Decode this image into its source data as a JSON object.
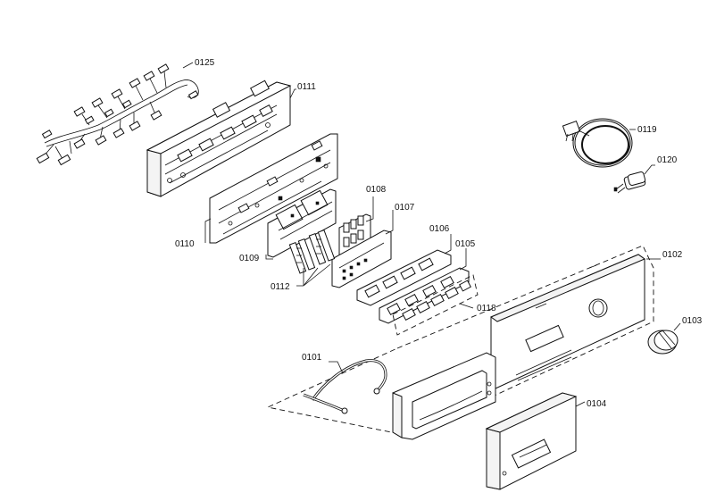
{
  "callouts": {
    "p0101": "0101",
    "p0102": "0102",
    "p0103": "0103",
    "p0104": "0104",
    "p0105": "0105",
    "p0106": "0106",
    "p0107": "0107",
    "p0108": "0108",
    "p0109": "0109",
    "p0110": "0110",
    "p0111": "0111",
    "p0112": "0112",
    "p0118": "0118",
    "p0119": "0119",
    "p0120": "0120",
    "p0125": "0125"
  }
}
